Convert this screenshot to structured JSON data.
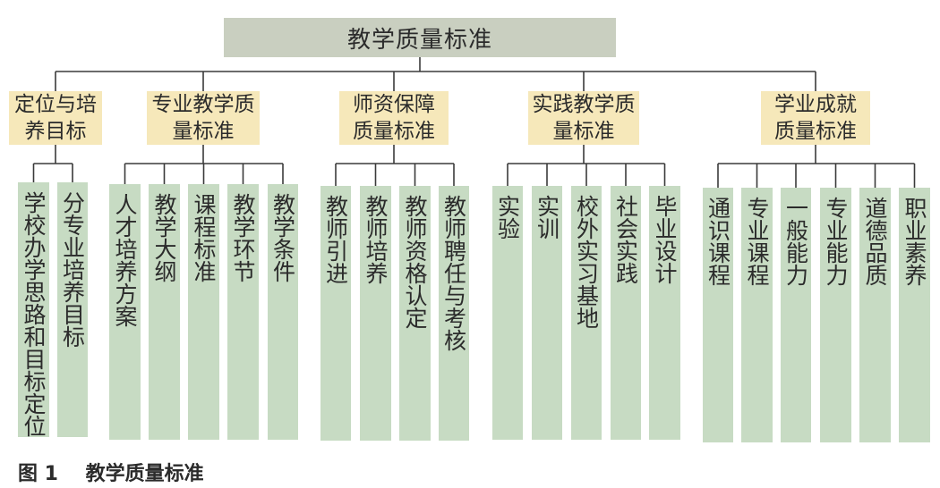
{
  "root": {
    "label": "教学质量标准"
  },
  "categories": [
    {
      "label": "定位与培养目标",
      "leaves": [
        "学校办学思路和目标定位",
        "分专业培养目标"
      ]
    },
    {
      "label": "专业教学质量标准",
      "leaves": [
        "人才培养方案",
        "教学大纲",
        "课程标准",
        "教学环节",
        "教学条件"
      ]
    },
    {
      "label": "师资保障质量标准",
      "leaves": [
        "教师引进",
        "教师培养",
        "教师资格认定",
        "教师聘任与考核"
      ]
    },
    {
      "label": "实践教学质量标准",
      "leaves": [
        "实验",
        "实训",
        "校外实习基地",
        "社会实践",
        "毕业设计"
      ]
    },
    {
      "label": "学业成就质量标准",
      "leaves": [
        "通识课程",
        "专业课程",
        "一般能力",
        "专业能力",
        "道德品质",
        "职业素养"
      ]
    }
  ],
  "caption": {
    "label": "图 1    教学质量标准"
  },
  "colors": {
    "root": "#c9cfc0",
    "category": "#f6e8ba",
    "leaf": "#c7dbc3",
    "line": "#3a3a3a"
  }
}
